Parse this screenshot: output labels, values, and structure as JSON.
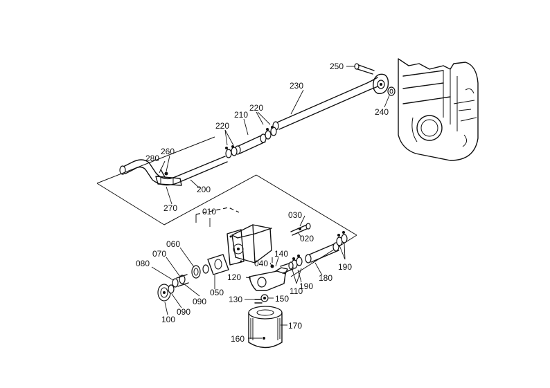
{
  "labels": {
    "p010": "010",
    "p020": "020",
    "p030": "030",
    "p040": "040",
    "p050": "050",
    "p060": "060",
    "p070": "070",
    "p080": "080",
    "p090a": "090",
    "p090b": "090",
    "p100": "100",
    "p110": "110",
    "p120": "120",
    "p130": "130",
    "p140": "140",
    "p150": "150",
    "p160": "160",
    "p170": "170",
    "p180": "180",
    "p190a": "190",
    "p190b": "190",
    "p200": "200",
    "p210": "210",
    "p220a": "220",
    "p220b": "220",
    "p230": "230",
    "p240": "240",
    "p250": "250",
    "p260": "260",
    "p270": "270",
    "p280": "280"
  }
}
